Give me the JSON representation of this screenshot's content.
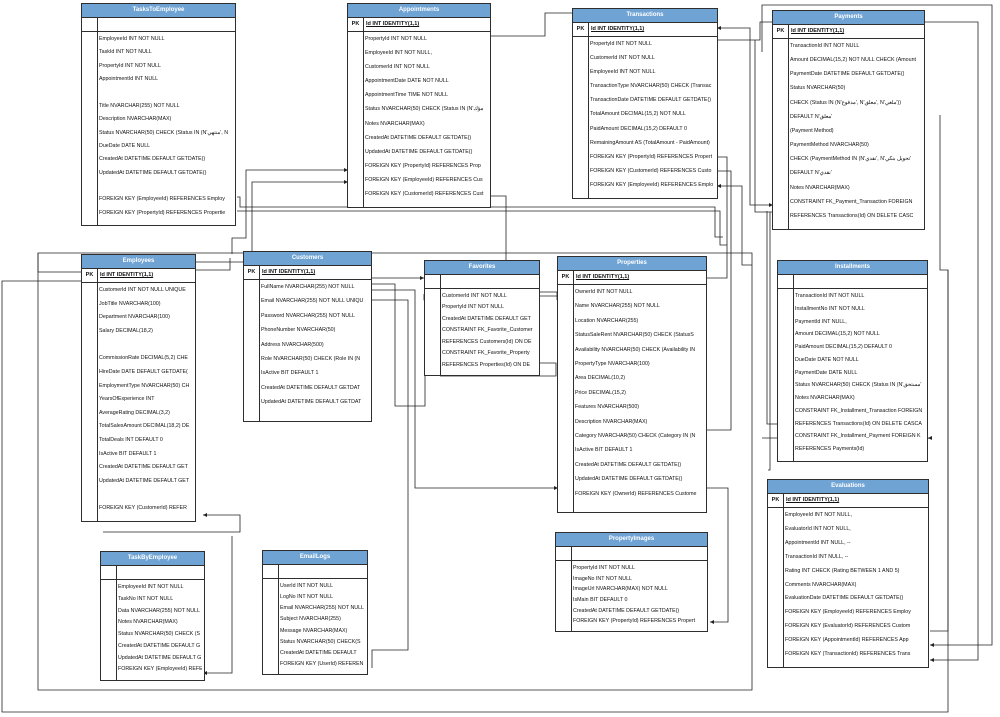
{
  "diagram": {
    "pk_label": "PK",
    "tables": [
      {
        "id": "tasks_to_employee",
        "name": "TasksToEmployee",
        "pk": "",
        "fields": [
          "EmployeeId INT NOT NULL",
          "TaskId INT NOT NULL",
          "PropertyId INT NOT NULL",
          "AppointmentId INT NULL",
          "",
          "Title NVARCHAR(255) NOT NULL",
          "Description NVARCHAR(MAX)",
          "Status NVARCHAR(50) CHECK (Status IN (N'منتهي', N",
          "DueDate DATE NULL",
          "CreatedAt DATETIME DEFAULT GETDATE()",
          "UpdatedAt DATETIME DEFAULT GETDATE()",
          "",
          "FOREIGN KEY (EmployeeId) REFERENCES Employ",
          "FOREIGN KEY (PropertyId) REFERENCES Propertie"
        ]
      },
      {
        "id": "appointments",
        "name": "Appointments",
        "pk": "Id INT IDENTITY(1,1)",
        "fields": [
          "PropertyId INT NOT NULL",
          "EmployeeId INT NOT NULL,",
          "CustomerId INT NOT NULL",
          "AppointmentDate DATE NOT NULL",
          "AppointmentTime TIME NOT NULL",
          "Status NVARCHAR(50) CHECK (Status IN (N'مؤك",
          "Notes NVARCHAR(MAX)",
          "CreatedAt DATETIME DEFAULT GETDATE()",
          "UpdatedAt DATETIME DEFAULT GETDATE()",
          "FOREIGN KEY (PropertyId) REFERENCES Prop",
          "FOREIGN KEY (EmployeeId) REFERENCES Cus",
          "FOREIGN KEY (CustomerId) REFERENCES Cust"
        ]
      },
      {
        "id": "transactions",
        "name": "Transactions",
        "pk": "Id INT IDENTITY(1,1)",
        "fields": [
          "PropertyId INT NOT NULL",
          "CustomerId INT NOT NULL",
          "EmployeeId INT NOT NULL",
          "TransactionType NVARCHAR(50) CHECK (Transac",
          "TransactionDate DATETIME DEFAULT GETDATE()",
          "TotalAmount DECIMAL(15,2) NOT NULL",
          "PaidAmount DECIMAL(15,2) DEFAULT 0",
          "RemainingAmount AS (TotalAmount - PaidAmount)",
          "FOREIGN KEY (PropertyId) REFERENCES Propert",
          "FOREIGN KEY (CustomerId) REFERENCES Custo",
          "FOREIGN KEY (EmployeeId) REFERENCES Emplo"
        ]
      },
      {
        "id": "payments",
        "name": "Payments",
        "pk": "Id INT IDENTITY(1,1)",
        "fields": [
          "TransactionId INT NOT NULL",
          "Amount DECIMAL(15,2) NOT NULL CHECK (Amount",
          "PaymentDate DATETIME DEFAULT GETDATE()",
          "Status NVARCHAR(50)",
          "CHECK (Status IN (N'مدفوع', N'معلق', N'ملغي'))",
          "DEFAULT N'معلق'",
          "  (Payment Method)",
          "PaymentMethod NVARCHAR(50)",
          "CHECK (PaymentMethod IN (N'نقدي', N'تحويل بنكي'",
          "DEFAULT N'نقدي'",
          "Notes NVARCHAR(MAX)",
          "CONSTRAINT FK_Payment_Transaction FOREIGN",
          "REFERENCES Transactions(Id) ON DELETE CASC"
        ]
      },
      {
        "id": "employees",
        "name": "Employees",
        "pk": "Id INT IDENTITY(1,1)",
        "fields": [
          "CustomerId INT NOT NULL UNIQUE",
          "JobTitle NVARCHAR(100)",
          "Department NVARCHAR(100)",
          "Salary DECIMAL(18,2)",
          "",
          "CommissionRate DECIMAL(5,2) CHE",
          "HireDate DATE DEFAULT GETDATE(",
          "EmploymentType NVARCHAR(50) CH",
          "YearsOfExperience INT",
          "AverageRating DECIMAL(3,2)",
          "TotalSalesAmount DECIMAL(18,2) DE",
          "TotalDeals INT DEFAULT 0",
          "IsActive BIT DEFAULT 1",
          "CreatedAt DATETIME DEFAULT GET",
          "UpdatedAt DATETIME DEFAULT GET",
          "",
          "FOREIGN KEY (CustomerId) REFER"
        ]
      },
      {
        "id": "customers",
        "name": "Customers",
        "pk": "Id INT IDENTITY(1,1)",
        "fields": [
          "FullName NVARCHAR(255) NOT NULL",
          "Email NVARCHAR(255) NOT NULL UNIQU",
          "Password NVARCHAR(255) NOT NULL",
          "PhoneNumber NVARCHAR(50)",
          "Address NVARCHAR(500)",
          "Role NVARCHAR(50) CHECK (Role IN (N",
          "IsActive BIT DEFAULT 1",
          "CreatedAt DATETIME DEFAULT GETDAT",
          "UpdatedAt DATETIME DEFAULT GETDAT"
        ]
      },
      {
        "id": "favorites",
        "name": "Favorites",
        "pk": "",
        "fields": [
          "CustomerId INT NOT NULL",
          "PropertyId INT NOT NULL",
          "CreatedAt DATETIME DEFAULT GET",
          "CONSTRAINT FK_Favorite_Customer",
          "REFERENCES Customers(Id) ON DE",
          "CONSTRAINT FK_Favorite_Property",
          "REFERENCES Properties(Id) ON DE"
        ]
      },
      {
        "id": "properties",
        "name": "Properties",
        "pk": "Id INT IDENTITY(1,1)",
        "fields": [
          "OwnerId INT NOT NULL",
          "Name NVARCHAR(255) NOT NULL",
          "Location NVARCHAR(255)",
          "StatusSaleRent NVARCHAR(50) CHECK (StatusS",
          "Availability NVARCHAR(50) CHECK (Availability IN",
          "PropertyType NVARCHAR(100)",
          "Area DECIMAL(10,2)",
          "Price DECIMAL(15,2)",
          "Features NVARCHAR(500)",
          "Description NVARCHAR(MAX)",
          "Category NVARCHAR(50) CHECK (Category IN (N",
          "IsActive BIT DEFAULT 1",
          "CreatedAt DATETIME DEFAULT GETDATE()",
          "UpdatedAt DATETIME DEFAULT GETDATE()",
          "FOREIGN KEY (OwnerId) REFERENCES Custome"
        ]
      },
      {
        "id": "installments",
        "name": "Installments",
        "pk": "",
        "fields": [
          "TransactionId INT NOT NULL",
          "InstallmentNo INT NOT NULL",
          "PaymentId INT NULL,",
          "Amount DECIMAL(15,2) NOT NULL",
          "PaidAmount DECIMAL(15,2) DEFAULT 0",
          "DueDate DATE NOT NULL",
          "PaymentDate DATE NULL",
          "Status NVARCHAR(50) CHECK (Status IN (N'مستحق'",
          "Notes NVARCHAR(MAX)",
          "CONSTRAINT FK_Installment_Transaction FOREIGN",
          "REFERENCES Transactions(Id) ON DELETE CASCA",
          "CONSTRAINT FK_Installment_Payment FOREIGN K",
          "REFERENCES Payments(Id)"
        ]
      },
      {
        "id": "evaluations",
        "name": "Evaluations",
        "pk": "Id INT IDENTITY(1,1)",
        "fields": [
          "EmployeeId INT NOT NULL,",
          "EvaluatorId INT NOT NULL,",
          "AppointmentId INT NULL, --",
          "TransactionId INT NULL, --",
          "Rating INT CHECK (Rating BETWEEN 1 AND 5)",
          "Comments NVARCHAR(MAX)",
          "EvaluationDate DATETIME DEFAULT GETDATE()",
          "FOREIGN KEY (EmployeeId) REFERENCES Employ",
          "FOREIGN KEY (EvaluatorId) REFERENCES Custom",
          "FOREIGN KEY (AppointmentId) REFERENCES App",
          "FOREIGN KEY (TransactionId) REFERENCES Trans"
        ]
      },
      {
        "id": "task_by_employee",
        "name": "TaskByEmployee",
        "pk": "",
        "fields": [
          "EmployeeId INT NOT NULL",
          "TaskNo INT NOT NULL",
          "Data NVARCHAR(255) NOT NULL",
          "Notes NVARCHAR(MAX)",
          "Status NVARCHAR(50) CHECK (S",
          "CreatedAt DATETIME DEFAULT G",
          "UpdatedAt DATETIME DEFAULT G",
          "FOREIGN KEY (EmployeeId) REFER"
        ]
      },
      {
        "id": "email_logs",
        "name": "EmailLogs",
        "pk": "",
        "fields": [
          "UserId INT NOT NULL",
          "LogNo INT NOT NULL",
          "Email NVARCHAR(255) NOT NULL",
          "Subject NVARCHAR(255)",
          "Message NVARCHAR(MAX)",
          "Status NVARCHAR(50) CHECK(S",
          "CreatedAt DATETIME DEFAULT",
          "FOREIGN KEY (UserId) REFEREN"
        ]
      },
      {
        "id": "property_images",
        "name": "PropertyImages",
        "pk": "",
        "fields": [
          "PropertyId INT NOT NULL",
          "ImageNo INT NOT NULL",
          "ImageUrl NVARCHAR(MAX) NOT NULL",
          "IsMain BIT DEFAULT 0",
          "CreatedAt DATETIME DEFAULT GETDATE()",
          "FOREIGN KEY (PropertyId) REFERENCES Propert"
        ]
      }
    ]
  }
}
